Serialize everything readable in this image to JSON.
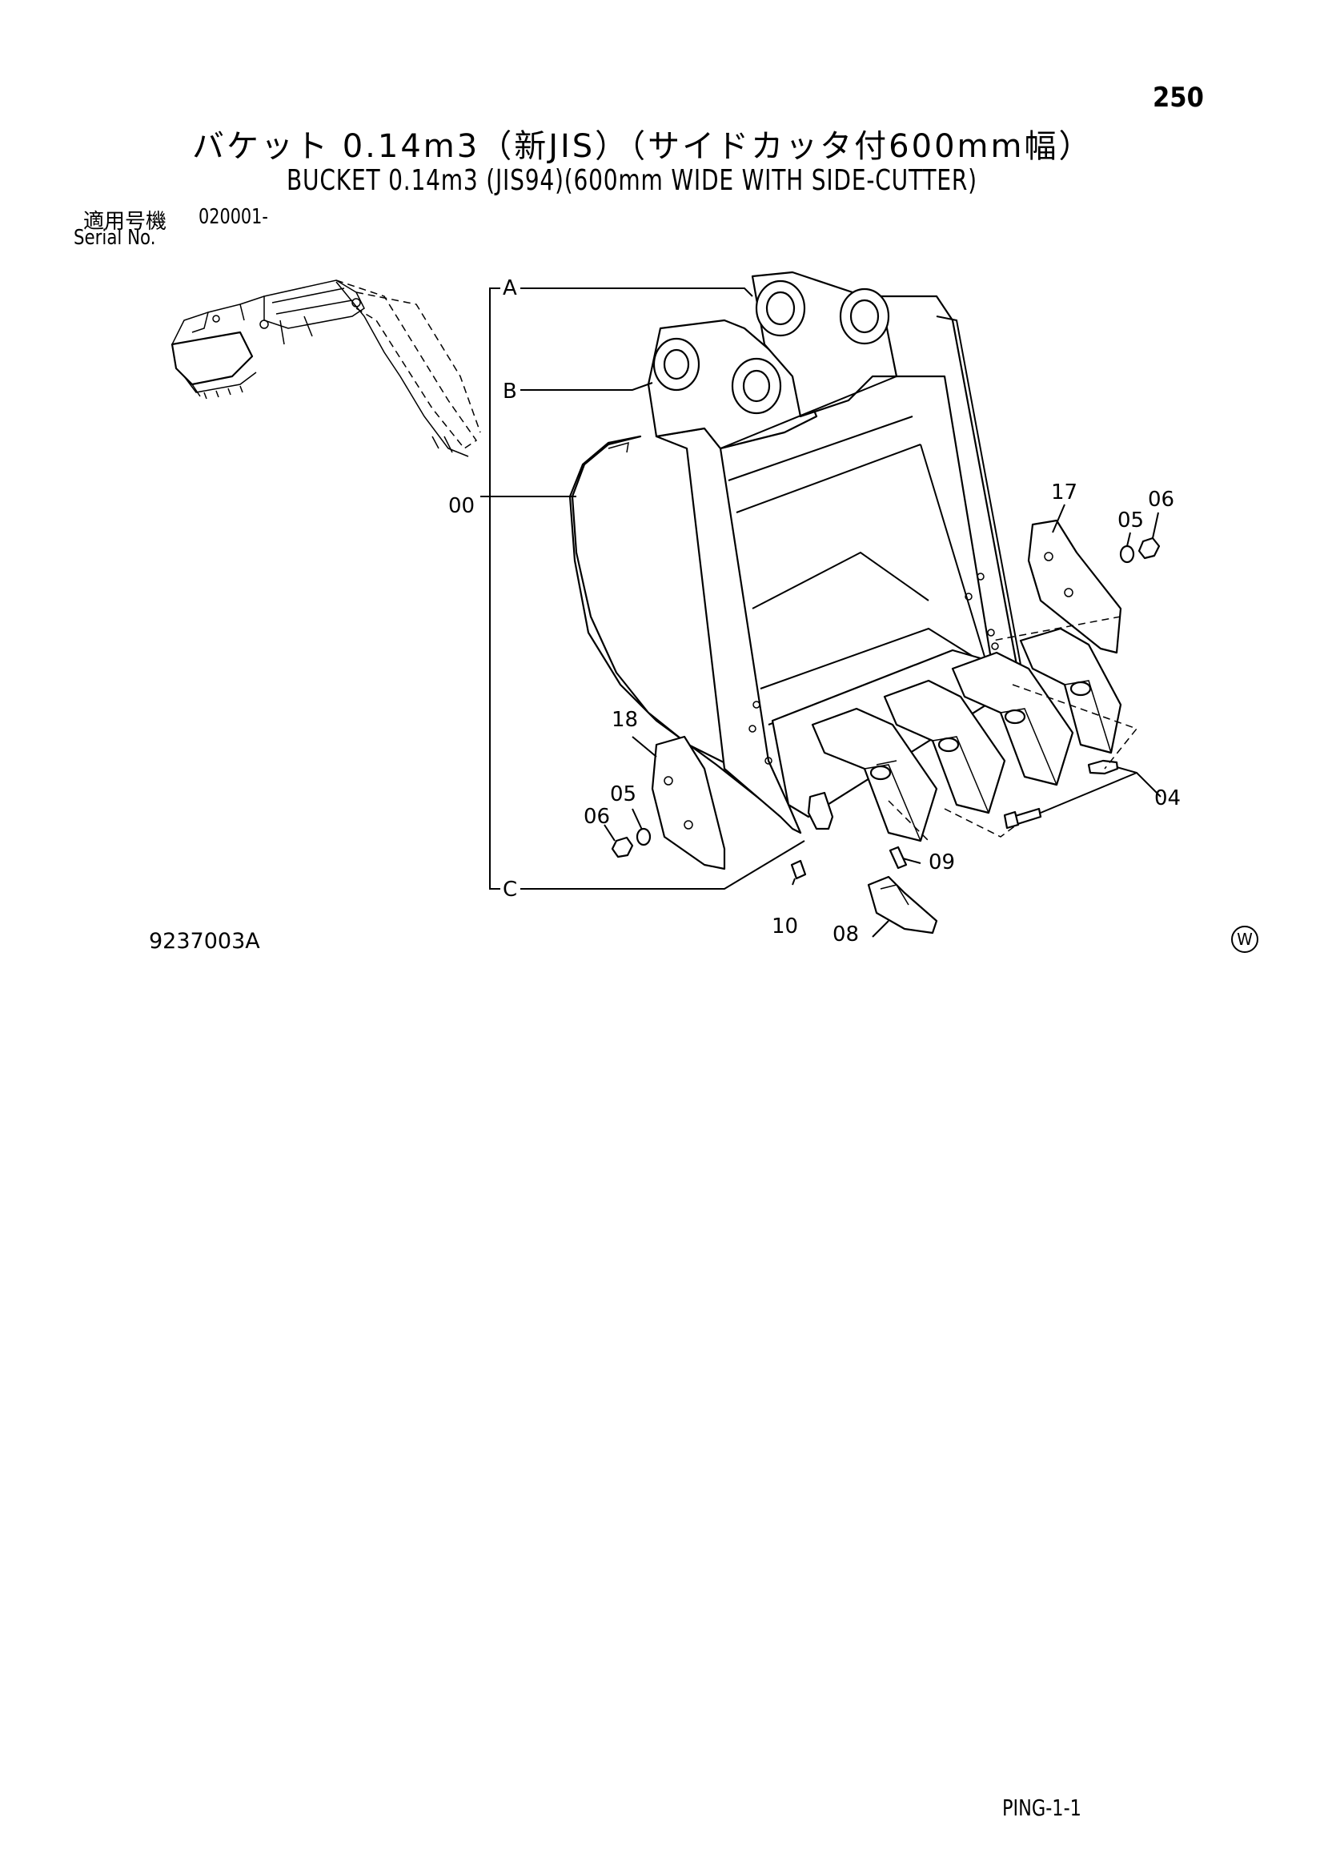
{
  "page_number": "250",
  "title_jp": "バケット 0.14m3（新JIS）（サイドカッタ付600mm幅）",
  "title_en": "BUCKET 0.14m3 (JIS94)(600mm WIDE WITH SIDE-CUTTER)",
  "serial": {
    "label_jp": "適用号機",
    "value": "020001-",
    "label_en": "Serial No."
  },
  "callouts": {
    "A": "A",
    "B": "B",
    "C": "C",
    "p00": "00",
    "p04": "04",
    "p05_right": "05",
    "p05_left": "05",
    "p06_right": "06",
    "p06_left": "06",
    "p08": "08",
    "p09": "09",
    "p10": "10",
    "p17": "17",
    "p18": "18"
  },
  "figure_code": "9237003A",
  "watermark": "W",
  "page_code": "PING-1-1"
}
